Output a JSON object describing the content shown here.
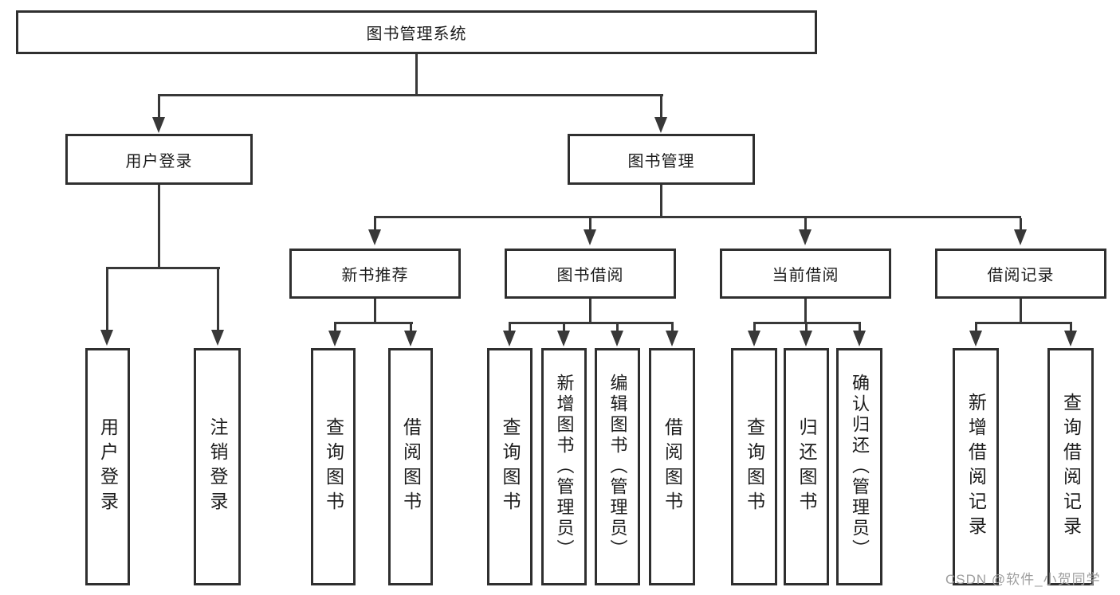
{
  "title": "图书管理系统",
  "watermark": "CSDN @软件_小贺同学",
  "colors": {
    "line": "#383838",
    "box_border": "#2f2f2f",
    "text": "#1c1c1c",
    "background": "#ffffff",
    "watermark": "#9e9e9e"
  },
  "nodes": {
    "root": {
      "label": "图书管理系统",
      "level": 1,
      "parent": null
    },
    "user_login": {
      "label": "用户登录",
      "level": 2,
      "parent": "root"
    },
    "book_mgmt": {
      "label": "图书管理",
      "level": 2,
      "parent": "root"
    },
    "new_book_rec": {
      "label": "新书推荐",
      "level": 3,
      "parent": "book_mgmt"
    },
    "book_borrow": {
      "label": "图书借阅",
      "level": 3,
      "parent": "book_mgmt"
    },
    "current_borrow": {
      "label": "当前借阅",
      "level": 3,
      "parent": "book_mgmt"
    },
    "borrow_records": {
      "label": "借阅记录",
      "level": 3,
      "parent": "book_mgmt"
    },
    "ul_login": {
      "label": "用户登录",
      "level": 4,
      "parent": "user_login"
    },
    "ul_logout": {
      "label": "注销登录",
      "level": 4,
      "parent": "user_login"
    },
    "rec_query": {
      "label": "查询图书",
      "level": 4,
      "parent": "new_book_rec"
    },
    "rec_borrow": {
      "label": "借阅图书",
      "level": 4,
      "parent": "new_book_rec"
    },
    "bb_query": {
      "label": "查询图书",
      "level": 4,
      "parent": "book_borrow"
    },
    "bb_add": {
      "label": "新增图书（管理员）",
      "level": 4,
      "parent": "book_borrow"
    },
    "bb_edit": {
      "label": "编辑图书（管理员）",
      "level": 4,
      "parent": "book_borrow"
    },
    "bb_borrow": {
      "label": "借阅图书",
      "level": 4,
      "parent": "book_borrow"
    },
    "cb_query": {
      "label": "查询图书",
      "level": 4,
      "parent": "current_borrow"
    },
    "cb_return": {
      "label": "归还图书",
      "level": 4,
      "parent": "current_borrow"
    },
    "cb_confirm": {
      "label": "确认归还（管理员）",
      "level": 4,
      "parent": "current_borrow"
    },
    "br_add": {
      "label": "新增借阅记录",
      "level": 4,
      "parent": "borrow_records"
    },
    "br_query": {
      "label": "查询借阅记录",
      "level": 4,
      "parent": "borrow_records"
    }
  },
  "edges": [
    [
      "root",
      "user_login"
    ],
    [
      "root",
      "book_mgmt"
    ],
    [
      "user_login",
      "ul_login"
    ],
    [
      "user_login",
      "ul_logout"
    ],
    [
      "book_mgmt",
      "new_book_rec"
    ],
    [
      "book_mgmt",
      "book_borrow"
    ],
    [
      "book_mgmt",
      "current_borrow"
    ],
    [
      "book_mgmt",
      "borrow_records"
    ],
    [
      "new_book_rec",
      "rec_query"
    ],
    [
      "new_book_rec",
      "rec_borrow"
    ],
    [
      "book_borrow",
      "bb_query"
    ],
    [
      "book_borrow",
      "bb_add"
    ],
    [
      "book_borrow",
      "bb_edit"
    ],
    [
      "book_borrow",
      "bb_borrow"
    ],
    [
      "current_borrow",
      "cb_query"
    ],
    [
      "current_borrow",
      "cb_return"
    ],
    [
      "current_borrow",
      "cb_confirm"
    ],
    [
      "borrow_records",
      "br_add"
    ],
    [
      "borrow_records",
      "br_query"
    ]
  ]
}
